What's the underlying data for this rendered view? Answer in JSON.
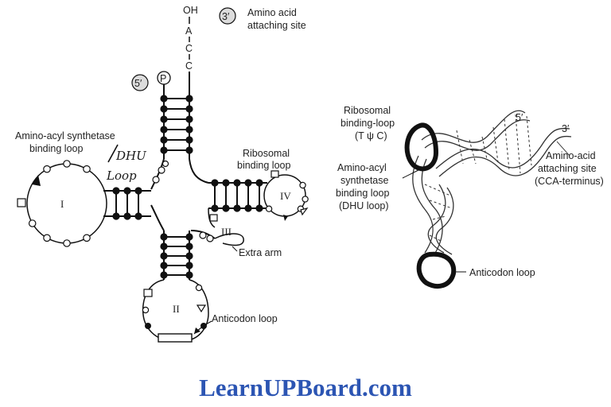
{
  "left_diagram": {
    "oh": "OH",
    "acceptor_letters": [
      "A",
      "C",
      "C"
    ],
    "badge_3p": "3′",
    "badge_5p": "5′",
    "badge_p": "P",
    "amino_acid_site": [
      "Amino acid",
      "attaching site"
    ],
    "synthetase_loop": [
      "Amino-acyl synthetase",
      "binding loop"
    ],
    "handwritten": [
      "DHU",
      "Loop"
    ],
    "ribosomal_loop": [
      "Ribosomal",
      "binding loop"
    ],
    "loop_numerals": [
      "I",
      "II",
      "III",
      "IV"
    ],
    "extra_arm": "Extra arm",
    "anticodon_loop": "Anticodon loop"
  },
  "right_diagram": {
    "ribosomal_loop": [
      "Ribosomal",
      "binding-loop",
      "(T ψ C)"
    ],
    "synthetase_loop": [
      "Amino-acyl",
      "synthetase",
      "binding loop",
      "(DHU loop)"
    ],
    "end_5p": "5′",
    "end_3p": "3′",
    "amino_acid_site": [
      "Amino-acid",
      "attaching site",
      "(CCA-terminus)"
    ],
    "anticodon_loop": "Anticodon loop"
  },
  "footer": {
    "brand": "LearnUPBoard.com"
  },
  "colors": {
    "brand": "#2c55b3",
    "ink": "#111111"
  }
}
